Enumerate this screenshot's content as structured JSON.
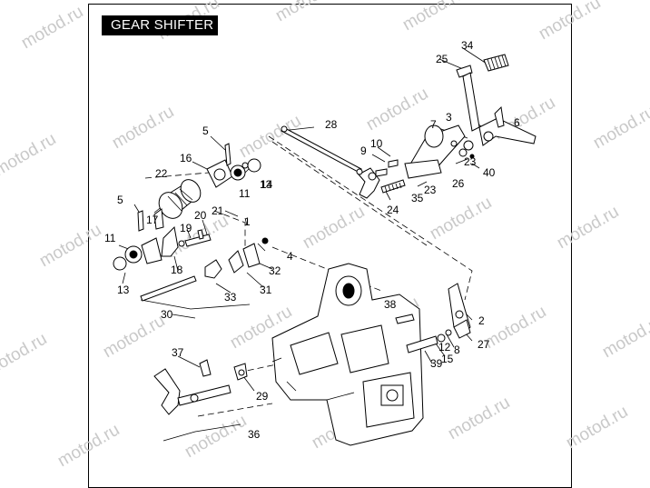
{
  "title": "GEAR SHIFTER",
  "watermark": "motod.ru",
  "callouts": [
    "1",
    "2",
    "3",
    "4",
    "5",
    "5",
    "6",
    "7",
    "8",
    "9",
    "10",
    "11",
    "11",
    "12",
    "13",
    "13",
    "14",
    "15",
    "16",
    "17",
    "18",
    "19",
    "20",
    "21",
    "22",
    "23",
    "23",
    "24",
    "25",
    "26",
    "27",
    "28",
    "29",
    "30",
    "31",
    "32",
    "33",
    "34",
    "35",
    "36",
    "37",
    "38",
    "39",
    "40"
  ]
}
